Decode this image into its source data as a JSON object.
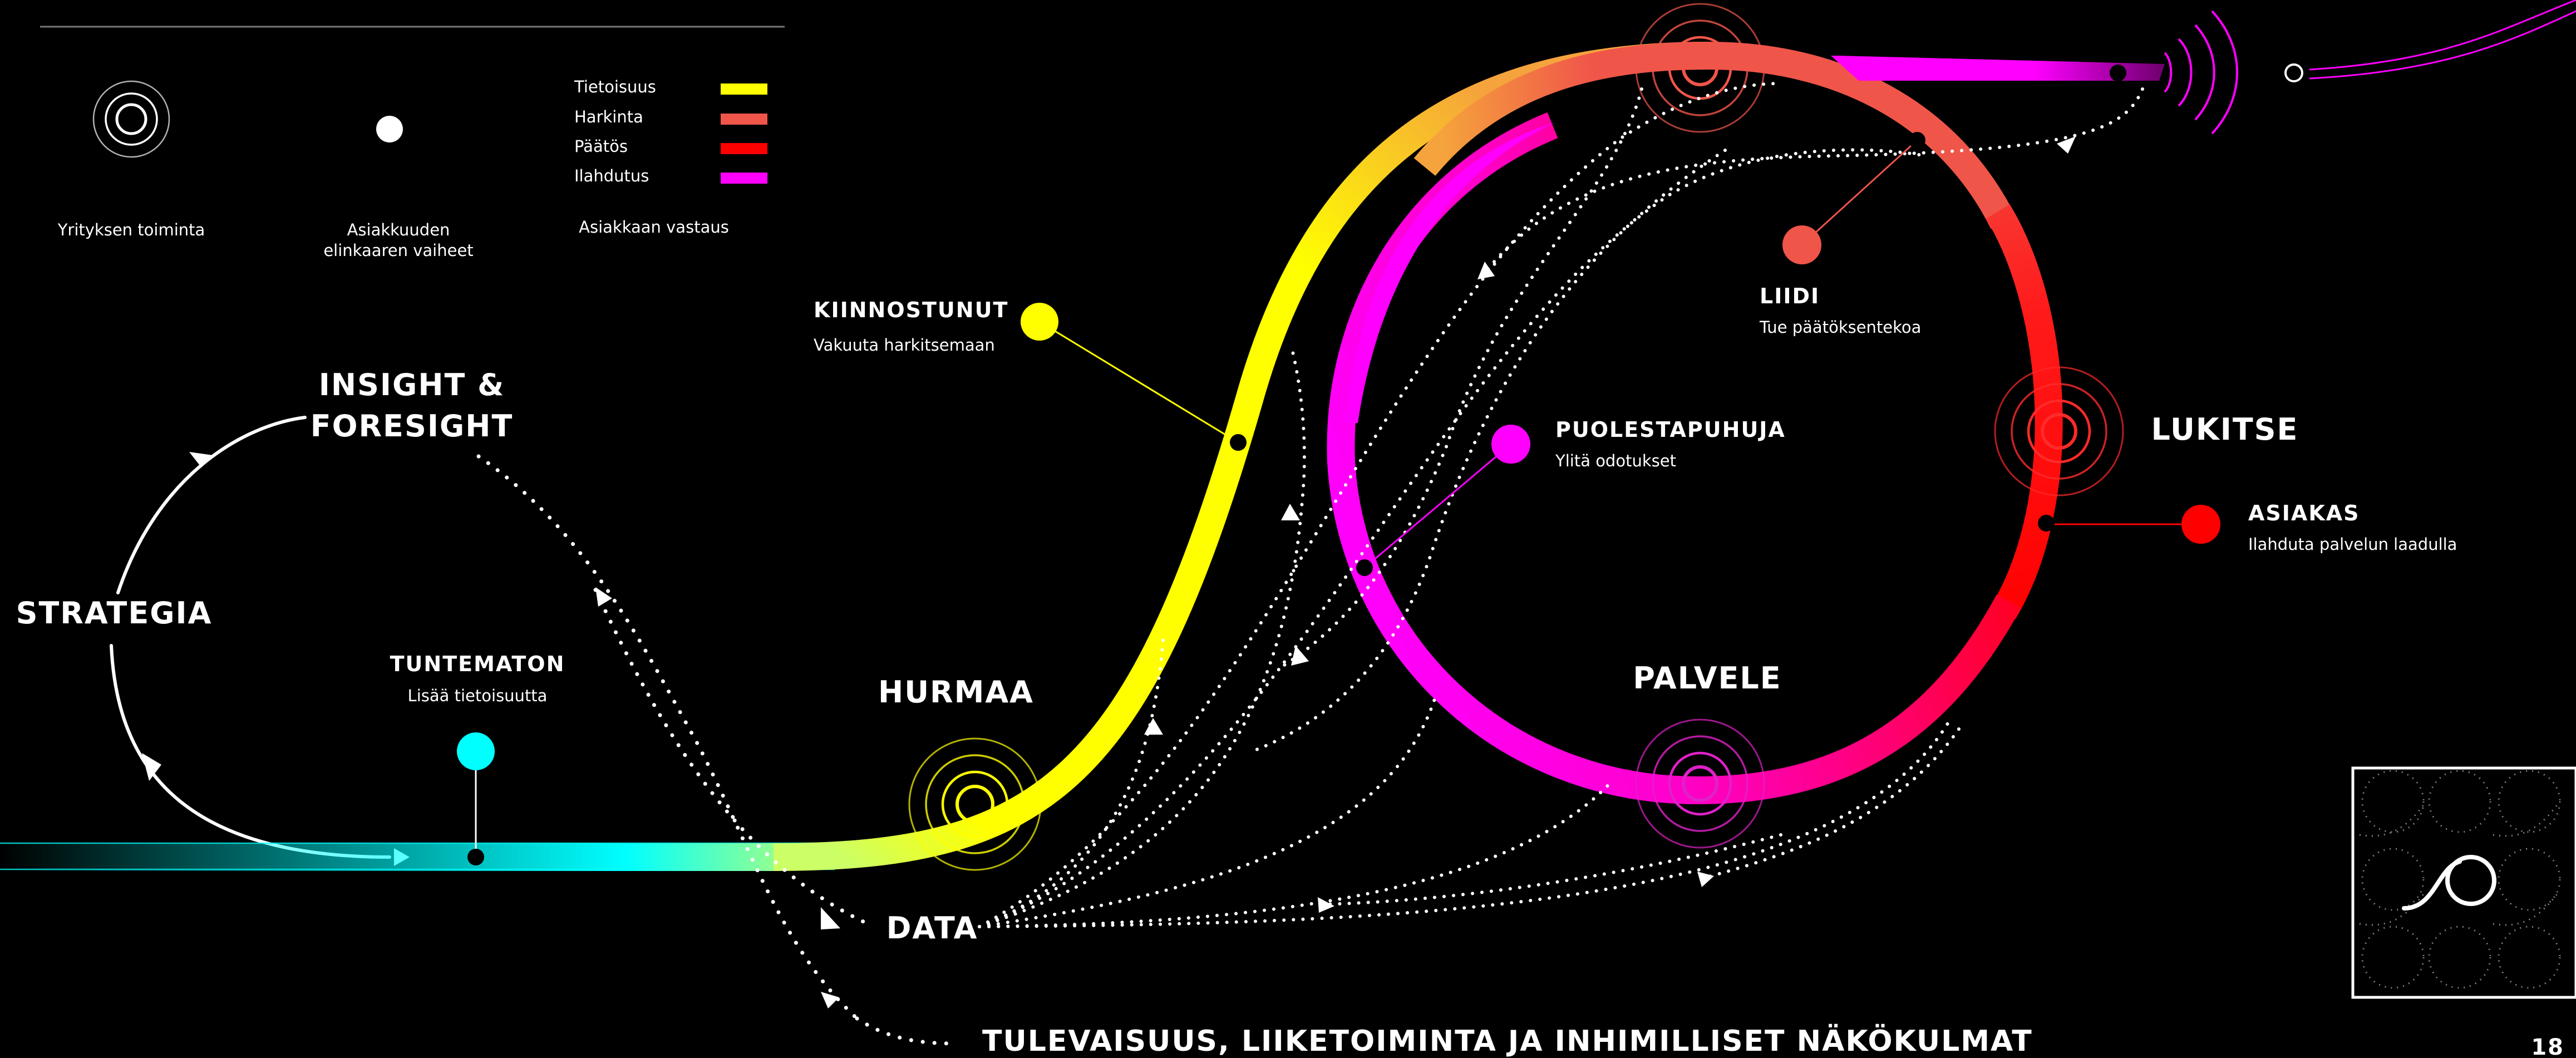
{
  "legend": {
    "company_action_label": "Yrityksen toiminta",
    "lifecycle_label_line1": "Asiakkuuden",
    "lifecycle_label_line2": "elinkaaren vaiheet",
    "response_label": "Asiakkaan vastaus",
    "items": [
      {
        "label": "Tietoisuus",
        "color": "#ffff00"
      },
      {
        "label": "Harkinta",
        "color": "#f0554a"
      },
      {
        "label": "Päätös",
        "color": "#ff0000"
      },
      {
        "label": "Ilahdutus",
        "color": "#ff00ff"
      }
    ]
  },
  "loop": {
    "insight_line1": "INSIGHT &",
    "insight_line2": "FORESIGHT",
    "strategia": "STRATEGIA"
  },
  "actions": {
    "hurmaa": "HURMAA",
    "lukitse": "LUKITSE",
    "palvele": "PALVELE"
  },
  "stages": {
    "tuntematon_title": "TUNTEMATON",
    "tuntematon_sub": "Lisää tietoisuutta",
    "kiinnostunut_title": "KIINNOSTUNUT",
    "kiinnostunut_sub": "Vakuuta harkitsemaan",
    "liidi_title": "LIIDI",
    "liidi_sub": "Tue päätöksentekoa",
    "puolestapuhuja_title": "PUOLESTAPUHUJA",
    "puolestapuhuja_sub": "Ylitä odotukset",
    "asiakas_title": "ASIAKAS",
    "asiakas_sub": "Ilahduta palvelun laadulla"
  },
  "data_label": "DATA",
  "footer_text": "TULEVAISUUS, LIIKETOIMINTA JA INHIMILLISET NÄKÖKULMAT",
  "page_number": "18",
  "colors": {
    "cyan": "#00ffff",
    "yellow": "#ffff00",
    "coral": "#f0554a",
    "red": "#ff0000",
    "magenta": "#ff00ff"
  }
}
